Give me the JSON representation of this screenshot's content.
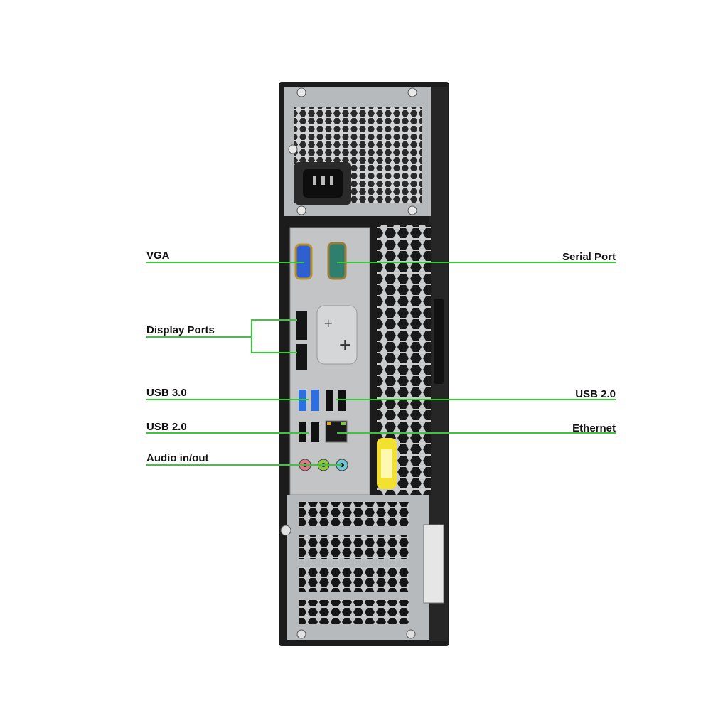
{
  "callouts": {
    "vga": "VGA",
    "serial_port": "Serial Port",
    "display_ports": "Display Ports",
    "usb3": "USB 3.0",
    "usb2_right": "USB 2.0",
    "usb2_left": "USB 2.0",
    "ethernet": "Ethernet",
    "audio": "Audio in/out"
  },
  "colors": {
    "leader_line": "#33cc33",
    "case_black": "#1c1c1c",
    "metal": "#b9bcbe",
    "vga_port": "#2f5fd0",
    "serial_port": "#2f7f6e",
    "usb3_blue": "#2b6fe0",
    "audio_pink": "#e07a88",
    "audio_green": "#8cc63f",
    "audio_blue": "#6fc6d8",
    "sticker_yellow": "#f2e12e"
  }
}
